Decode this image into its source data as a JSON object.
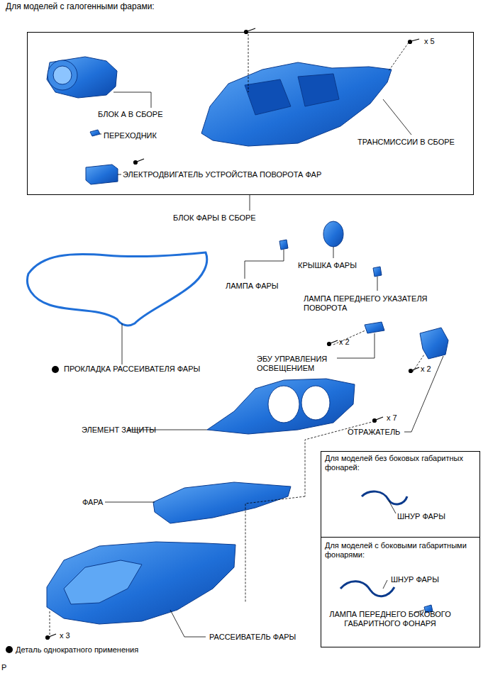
{
  "diagram": {
    "title": "Для моделей с галогенными фарами:",
    "nodes": [
      {
        "text": [
          "x 5",
          "БЛОК А В СБОРЕ",
          "ПЕРЕХОДНИК",
          "ТРАНСМИССИИ В СБОРЕ",
          "ЭЛЕКТРОДВИГАТЕЛЬ УСТРОЙСТВА ПОВОРОТА ФАР",
          "БЛОК ФАРЫ В СБОРЕ"
        ]
      },
      {
        "text": [
          "Для моделей без боковых габаритных фонарей:",
          "ШНУР ФАРЫ"
        ]
      },
      {
        "text": [
          "Для моделей с боковыми габаритными фонарями:",
          "ШНУР ФАРЫ",
          "ЛАМПА ПЕРЕДНЕГО БОКОВОГО ГАБАРИТНОГО ФОНАРЯ"
        ]
      }
    ],
    "labels": [
      "КРЫШКА ФАРЫ",
      "ЛАМПА ФАРЫ",
      "ЛАМПА ПЕРЕДНЕГО УКАЗАТЕЛЯ ПОВОРОТА",
      "x 2",
      "ЭБУ УПРАВЛЕНИЯ ОСВЕЩЕНИЕМ",
      "ПРОКЛАДКА РАССЕИВАТЕЛЯ ФАРЫ",
      "x 2",
      "ЭЛЕМЕНТ ЗАЩИТЫ",
      "x 7",
      "ОТРАЖАТЕЛЬ",
      "ФАРА",
      "x 3",
      "РАССЕИВАТЕЛЬ ФАРЫ",
      "P"
    ],
    "legend": [
      {
        "text": "Деталь однократного применения",
        "color": "#000000"
      }
    ]
  }
}
